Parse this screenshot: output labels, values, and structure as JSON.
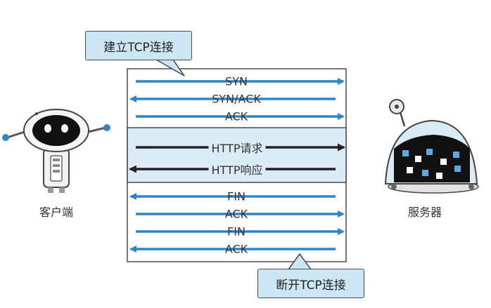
{
  "callouts": {
    "connect": "建立TCP连接",
    "disconnect": "断开TCP连接"
  },
  "sections": {
    "handshake": [
      "SYN",
      "SYN/ACK",
      "ACK"
    ],
    "http": [
      "HTTP请求",
      "HTTP响应"
    ],
    "teardown": [
      "FIN",
      "ACK",
      "FIN",
      "ACK"
    ]
  },
  "actors": {
    "client": "客户端",
    "server": "服务器"
  },
  "colors": {
    "arrow_blue": "#2b86c9",
    "arrow_dark": "#222222",
    "callout_fill": "#cde6f4",
    "middle_fill": "#dcecf7",
    "border": "#4a4a4a"
  }
}
